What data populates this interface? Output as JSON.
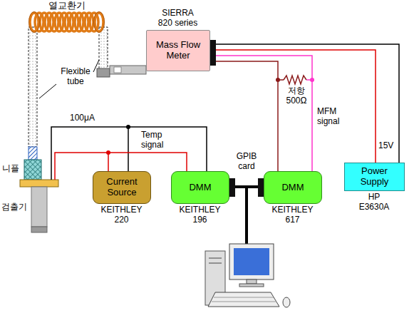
{
  "diagram": {
    "nodes": [
      {
        "text": [
          "SIERRA 820 series",
          "Mass Flow Meter"
        ]
      },
      {
        "text": [
          "Current Source",
          "KEITHLEY 220"
        ]
      },
      {
        "text": [
          "DMM",
          "KEITHLEY 196"
        ]
      },
      {
        "text": [
          "DMM",
          "KEITHLEY 617"
        ]
      },
      {
        "text": [
          "Power Supply",
          "HP E3630A"
        ]
      }
    ],
    "edges": [
      {
        "from": 0,
        "to": 4,
        "arrow": "none"
      },
      {
        "from": 0,
        "to": 4,
        "arrow": "none"
      },
      {
        "from": 0,
        "to": 3,
        "arrow": "none"
      },
      {
        "from": 0,
        "to": 3,
        "arrow": "none"
      },
      {
        "from": 1,
        "to": 2,
        "arrow": "none"
      },
      {
        "from": 1,
        "to": 2,
        "arrow": "none"
      },
      {
        "from": 2,
        "to": 3,
        "arrow": "none"
      }
    ],
    "labels": [
      "열교환기",
      "Flexible tube",
      "니플",
      "검출기",
      "100μA",
      "Temp signal",
      "GPIB card",
      "저항 500Ω",
      "MFM signal",
      "15V"
    ]
  }
}
